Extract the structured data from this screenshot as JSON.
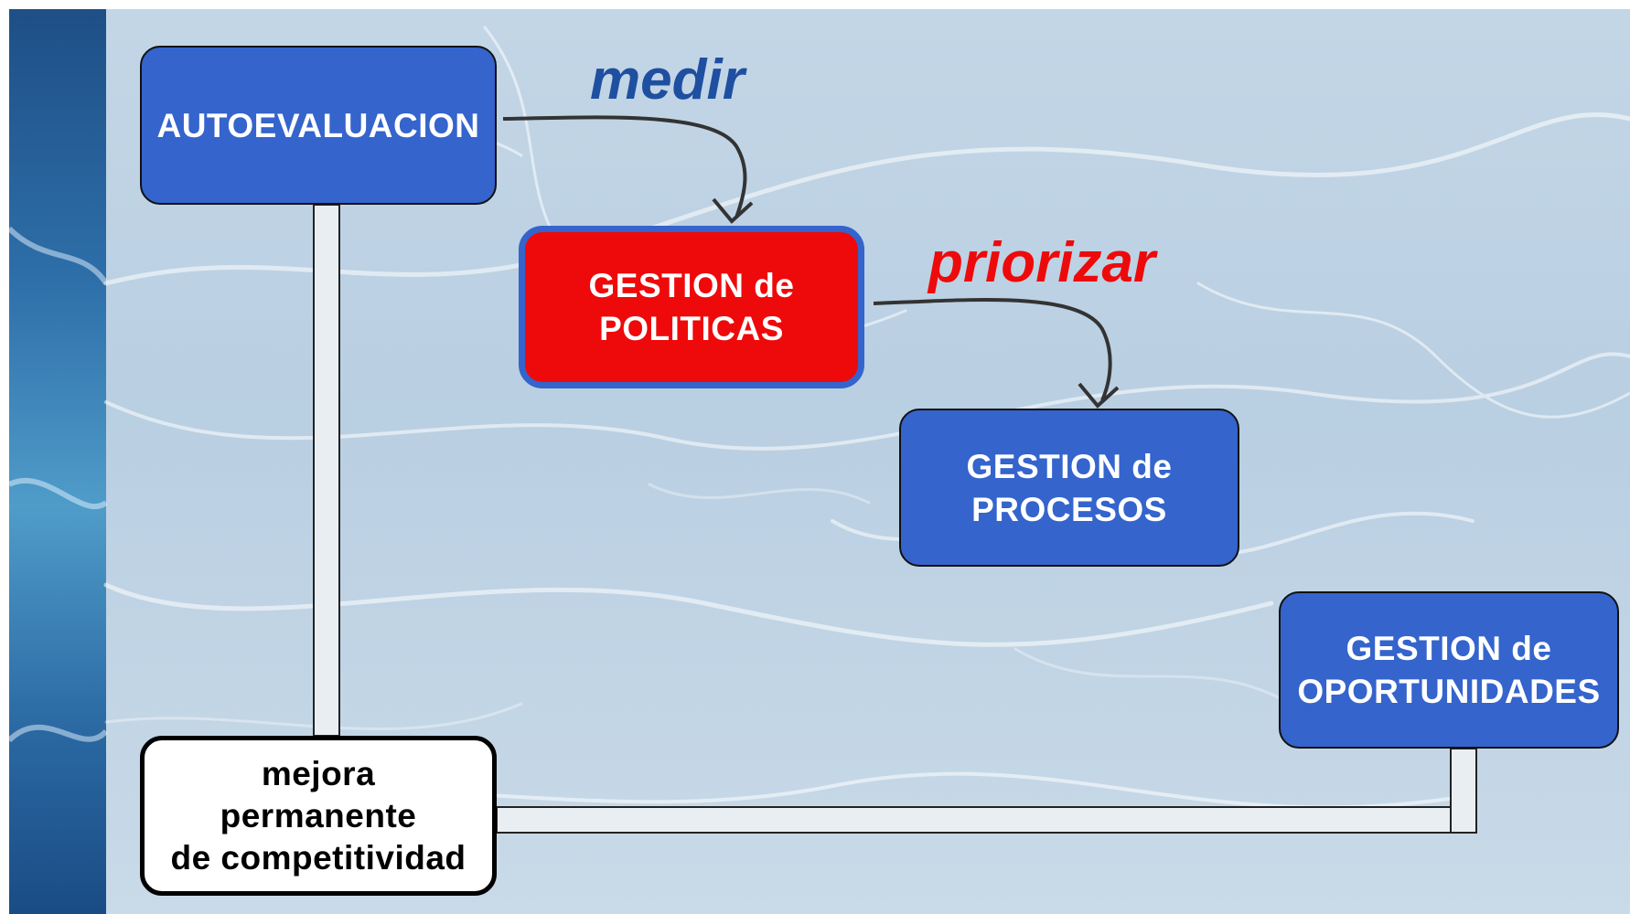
{
  "diagram": {
    "nodes": {
      "autoevaluacion": "AUTOEVALUACION",
      "politicas": "GESTION de\nPOLITICAS",
      "procesos": "GESTION de\nPROCESOS",
      "oportunidades": "GESTION de\nOPORTUNIDADES",
      "mejora": "mejora\npermanente\nde competitividad"
    },
    "edge_labels": {
      "medir": "medir",
      "priorizar": "priorizar"
    },
    "edges": [
      {
        "from": "autoevaluacion",
        "to": "politicas",
        "label": "medir",
        "style": "curved-arrow"
      },
      {
        "from": "politicas",
        "to": "procesos",
        "label": "priorizar",
        "style": "curved-arrow"
      },
      {
        "from": "autoevaluacion",
        "to": "mejora",
        "style": "double-line"
      },
      {
        "from": "oportunidades",
        "to": "mejora",
        "style": "double-line"
      }
    ]
  },
  "colors": {
    "box_blue": "#3464cc",
    "box_red": "#ee0a0a",
    "label_blue": "#1f4fa0",
    "label_red": "#ee0a0a",
    "background": "#c3d6e6"
  }
}
